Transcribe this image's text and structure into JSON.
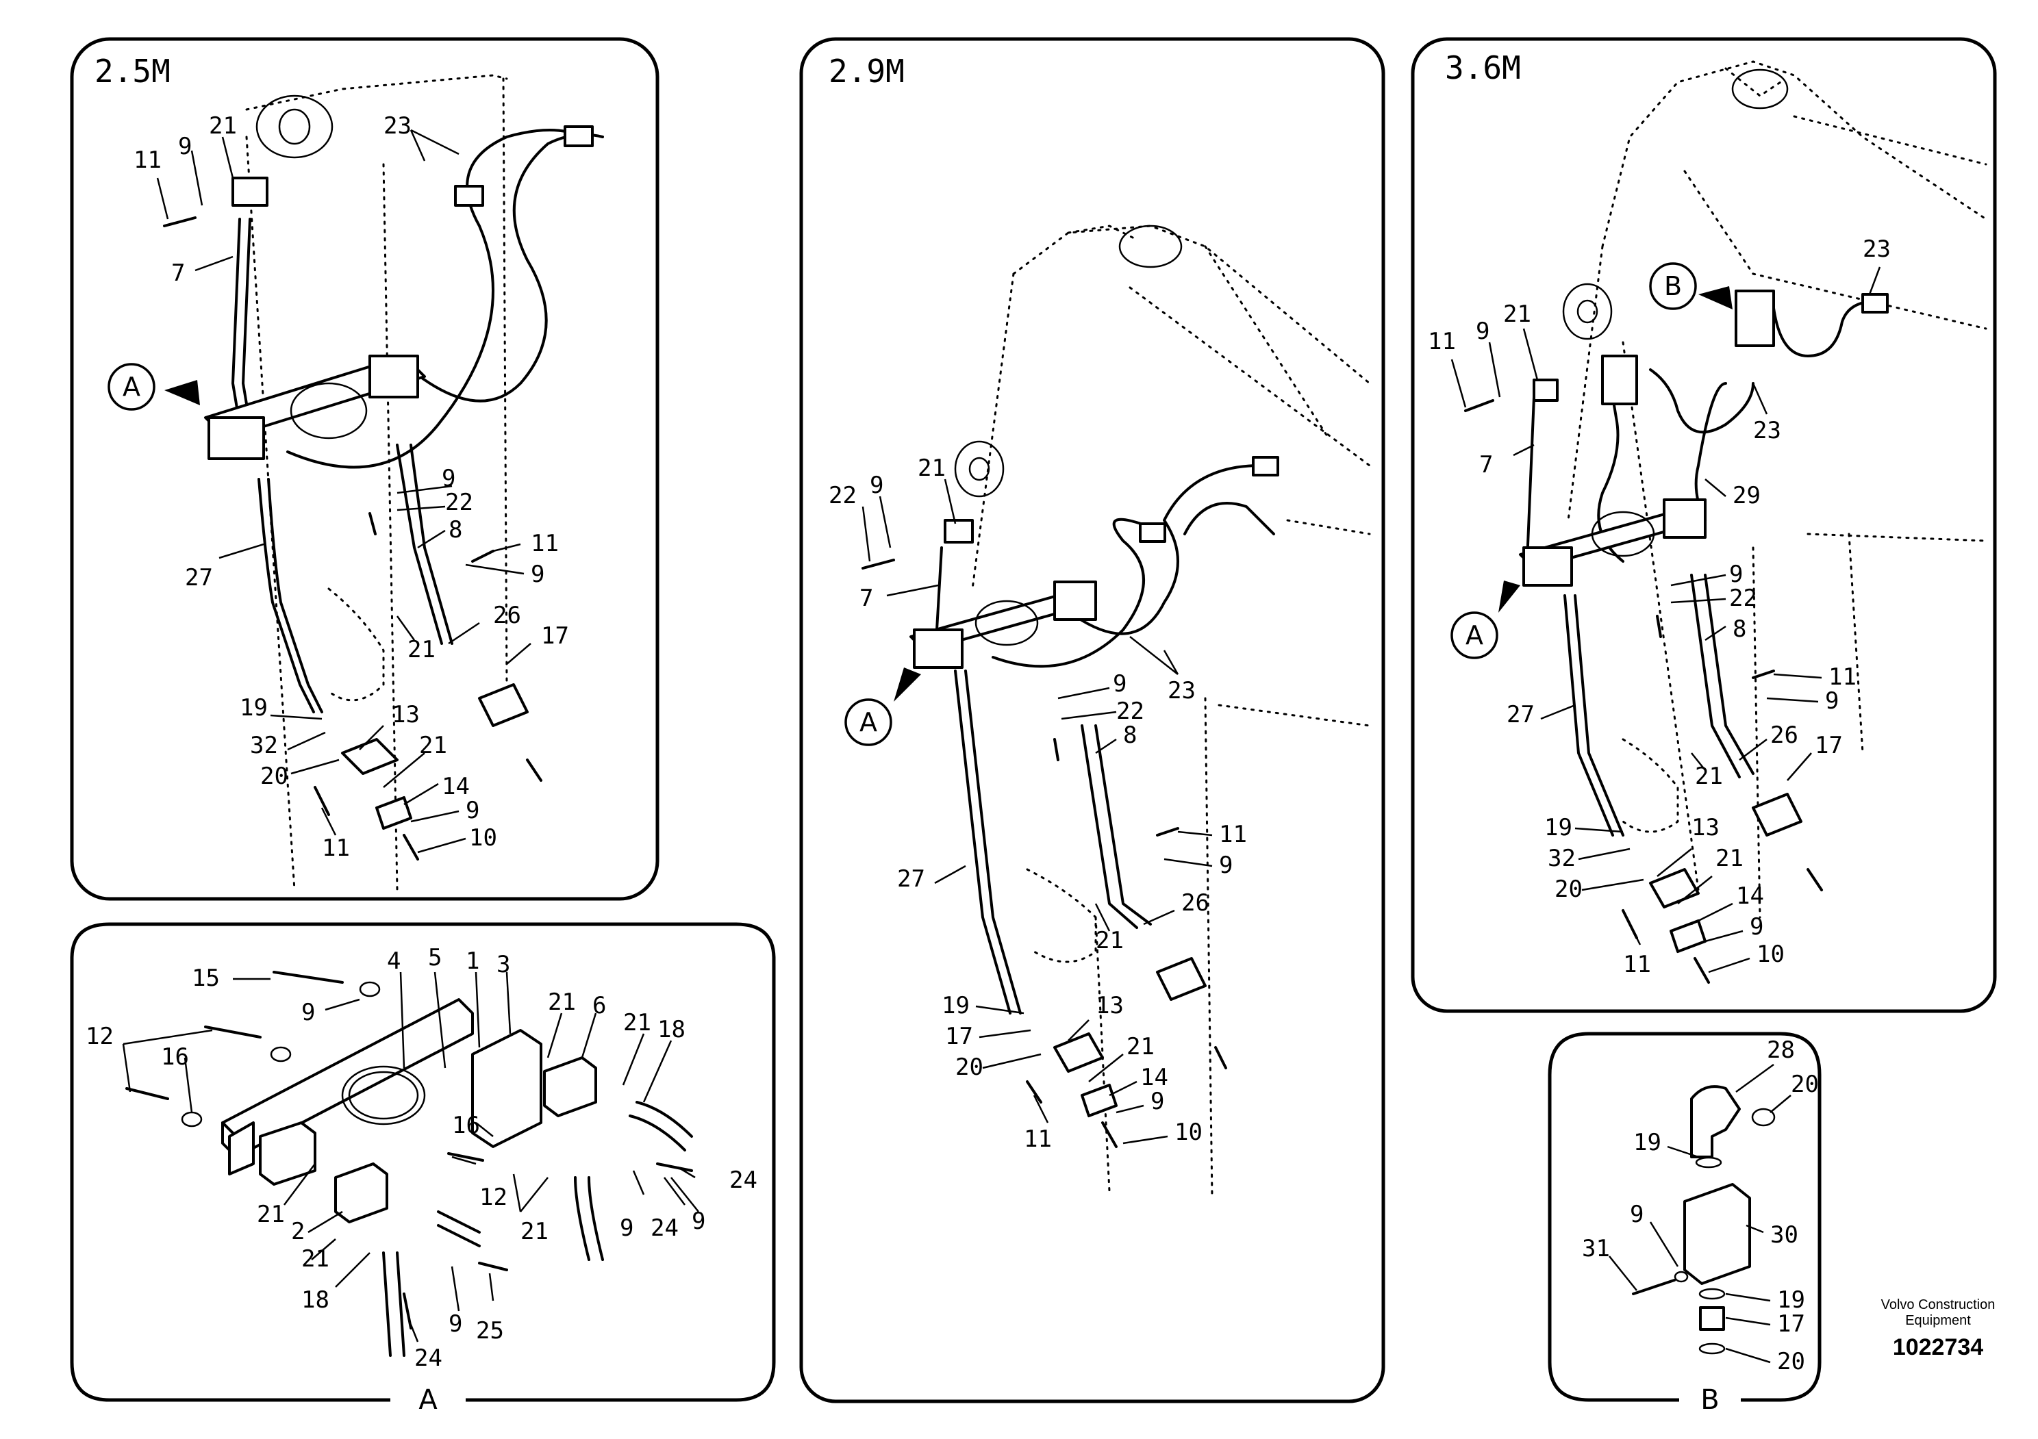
{
  "panels": {
    "p25": {
      "title": "2.5M",
      "bubble": "A",
      "callouts": [
        "23",
        "21",
        "9",
        "11",
        "7",
        "27",
        "9",
        "22",
        "8",
        "11",
        "9",
        "26",
        "17",
        "21",
        "19",
        "13",
        "32",
        "21",
        "20",
        "14",
        "9",
        "11",
        "10"
      ]
    },
    "p29": {
      "title": "2.9M",
      "bubble": "A",
      "callouts": [
        "21",
        "22",
        "9",
        "7",
        "23",
        "9",
        "22",
        "8",
        "11",
        "9",
        "27",
        "26",
        "21",
        "19",
        "13",
        "17",
        "21",
        "20",
        "14",
        "9",
        "11",
        "10"
      ]
    },
    "p36": {
      "title": "3.6M",
      "bubbleA": "A",
      "bubbleB": "B",
      "callouts": [
        "23",
        "21",
        "9",
        "11",
        "23",
        "7",
        "29",
        "9",
        "22",
        "8",
        "11",
        "9",
        "27",
        "26",
        "17",
        "21",
        "19",
        "13",
        "32",
        "21",
        "20",
        "14",
        "9",
        "11",
        "10"
      ]
    },
    "detailA": {
      "label": "A",
      "callouts": [
        "4",
        "5",
        "1",
        "3",
        "15",
        "9",
        "12",
        "16",
        "21",
        "6",
        "21",
        "18",
        "16",
        "12",
        "24",
        "21",
        "9",
        "24",
        "9",
        "21",
        "21",
        "2",
        "18",
        "9",
        "25",
        "24"
      ]
    },
    "detailB": {
      "label": "B",
      "callouts": [
        "28",
        "20",
        "19",
        "9",
        "30",
        "31",
        "19",
        "17",
        "20"
      ]
    }
  },
  "brand": {
    "line1": "Volvo Construction",
    "line2": "Equipment",
    "number": "1022734"
  }
}
